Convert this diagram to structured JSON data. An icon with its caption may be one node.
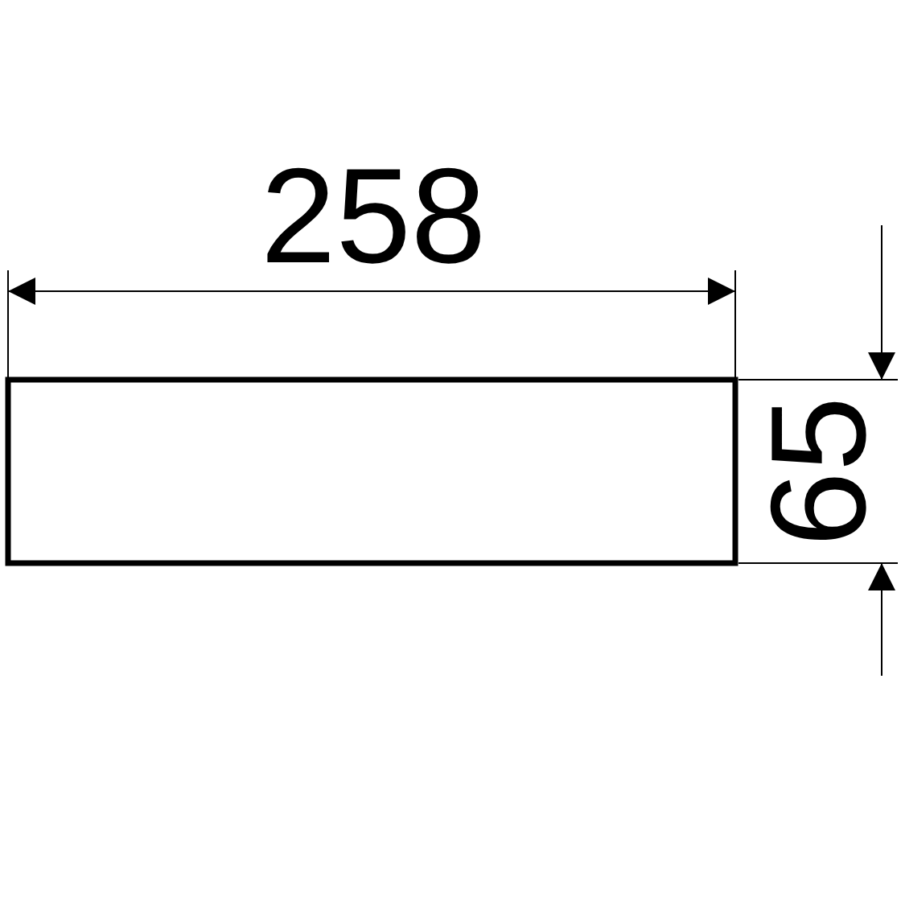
{
  "diagram": {
    "nodes": [
      {
        "text": [],
        "shape": "box"
      }
    ],
    "labels": [
      "258",
      "65"
    ]
  }
}
